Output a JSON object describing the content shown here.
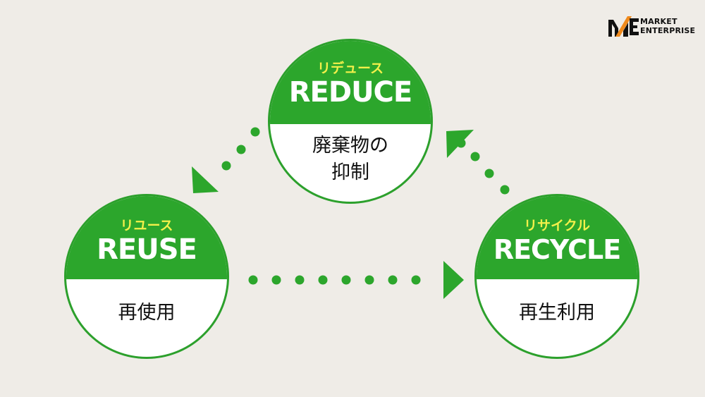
{
  "logo": {
    "line1": "MARKET",
    "line2": "ENTERPRISE"
  },
  "nodes": {
    "reduce": {
      "kana": "リデュース",
      "en": "REDUCE",
      "desc_line1": "廃棄物の",
      "desc_line2": "抑制"
    },
    "reuse": {
      "kana": "リユース",
      "en": "REUSE",
      "desc_line1": "再使用"
    },
    "recycle": {
      "kana": "リサイクル",
      "en": "RECYCLE",
      "desc_line1": "再生利用"
    }
  },
  "colors": {
    "green": "#2ca62c",
    "kana_yellow": "#f3f04a",
    "background": "#efece7",
    "logo_orange": "#f08a1c"
  },
  "edges": [
    {
      "from": "reduce",
      "to": "reuse",
      "style": "dotted-arrow"
    },
    {
      "from": "reuse",
      "to": "recycle",
      "style": "dotted-arrow"
    },
    {
      "from": "recycle",
      "to": "reduce",
      "style": "dotted-arrow"
    }
  ]
}
